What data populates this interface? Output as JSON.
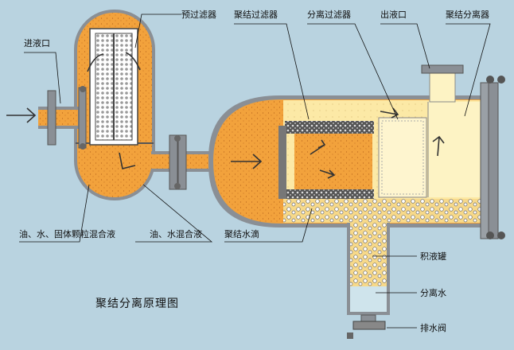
{
  "labels": {
    "inlet": "进液口",
    "pre_filter": "预过滤器",
    "coalescing_filter": "聚结过滤器",
    "separation_filter": "分离过滤器",
    "outlet": "出液口",
    "coalescing_separator": "聚结分离器",
    "mixed_liquid_solid": "油、水、固体颗粒混合液",
    "mixed_oil_water": "油、水混合液",
    "coalesced_droplets": "聚结水滴",
    "liquid_tank": "积液罐",
    "separated_water": "分离水",
    "drain_valve": "排水阀"
  },
  "caption": "聚结分离原理图",
  "colors": {
    "background": "#b9d3e0",
    "fluid": "#f2a23c",
    "clean_fluid": "#fce9a6",
    "steel": "#8a8f95",
    "water": "#cfe4ec"
  }
}
